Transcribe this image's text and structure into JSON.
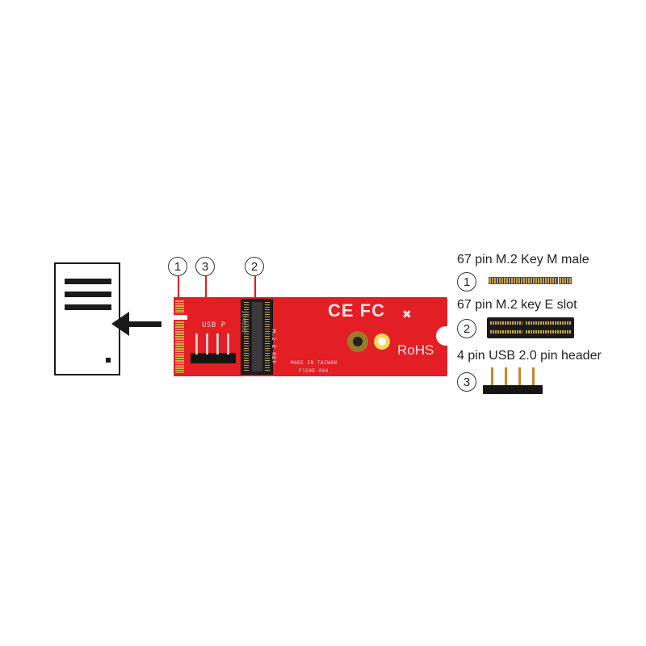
{
  "callouts": [
    "1",
    "3",
    "2"
  ],
  "board": {
    "fcc_mark": "CE FC",
    "rohs_mark": "RoHS",
    "silk_usb": "USB P",
    "silk_key": "M.2 E KEY",
    "silk_made_in": "MADE IN TAIWAN",
    "silk_code": "F150E-008",
    "silk_slot": "164860"
  },
  "legend": [
    {
      "number": "1",
      "label": "67 pin M.2 Key M male"
    },
    {
      "number": "2",
      "label": "67 pin M.2 key E slot"
    },
    {
      "number": "3",
      "label": "4 pin USB 2.0 pin header"
    }
  ],
  "colors": {
    "pcb": "#e31e24",
    "leader": "#e21b1b",
    "gold": "#c9a24a"
  }
}
